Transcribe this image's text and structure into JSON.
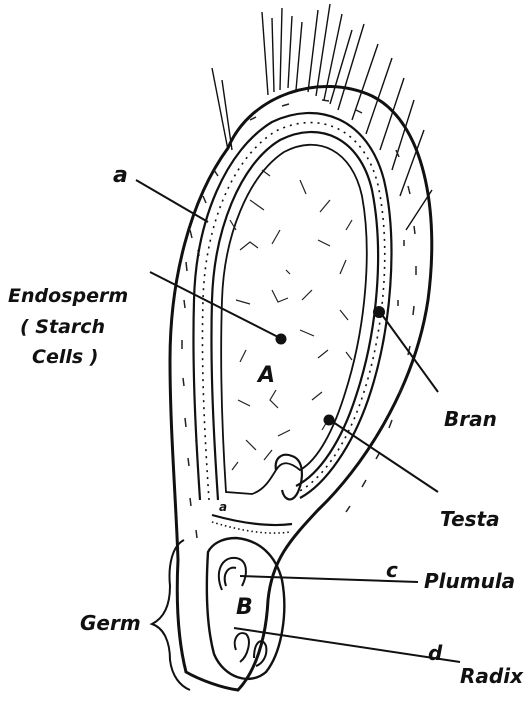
{
  "labels": {
    "a_top": "a",
    "endosperm_1": "Endosperm",
    "endosperm_2": "( Starch",
    "endosperm_3": "Cells )",
    "A": "A",
    "bran": "Bran",
    "testa": "Testa",
    "a_small": "a",
    "c": "c",
    "plumula": "Plumula",
    "B": "B",
    "germ": "Germ",
    "d": "d",
    "radix": "Radix"
  }
}
